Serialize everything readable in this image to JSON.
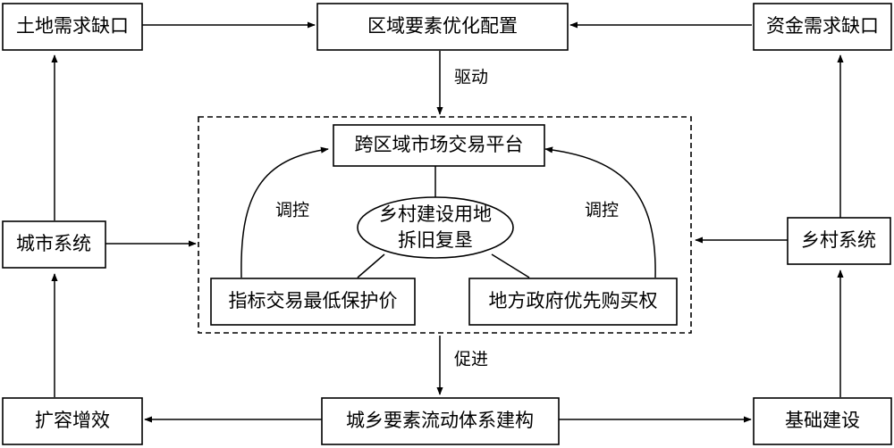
{
  "nodes": {
    "land_gap": "土地需求缺口",
    "regional_allocation": "区域要素优化配置",
    "capital_gap": "资金需求缺口",
    "urban_system": "城市系统",
    "rural_system": "乡村系统",
    "trading_platform": "跨区域市场交易平台",
    "rural_land_line1": "乡村建设用地",
    "rural_land_line2": "拆旧复垦",
    "quota_min_price": "指标交易最低保护价",
    "gov_preemption": "地方政府优先购买权",
    "expansion": "扩容增效",
    "factor_flow": "城乡要素流动体系建构",
    "infrastructure": "基础建设"
  },
  "edge_labels": {
    "drive": "驱动",
    "regulate_left": "调控",
    "regulate_right": "调控",
    "promote": "促进"
  }
}
